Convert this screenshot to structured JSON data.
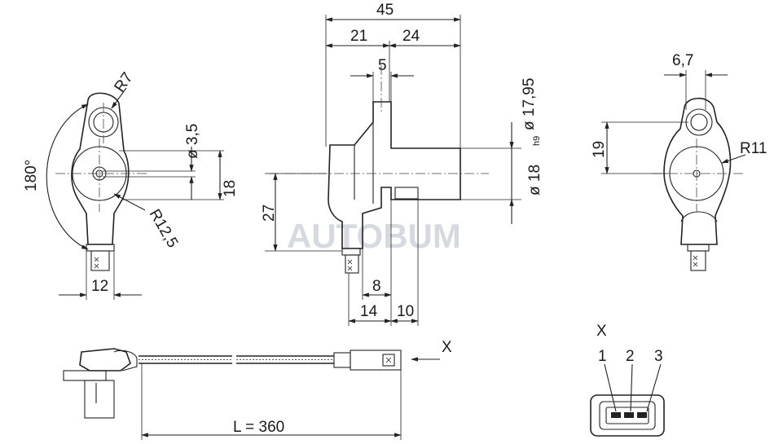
{
  "watermark": "AUTOBUM",
  "front_view": {
    "radius_small": "R7",
    "radius_large": "R12,5",
    "angle": "180°",
    "hole_dia": "ø 3,5",
    "height": "18",
    "width_bottom": "12"
  },
  "side_view": {
    "overall_length": "45",
    "len_left": "21",
    "len_right": "24",
    "tab_width": "5",
    "dia_collar": "ø 17,95",
    "dia_shaft": "ø 18",
    "fit": "h9",
    "height": "27",
    "bottom_a": "8",
    "bottom_b": "14",
    "bottom_c": "10"
  },
  "right_view": {
    "width_top": "6,7",
    "height": "19",
    "radius": "R11"
  },
  "cable_view": {
    "length": "L = 360",
    "view_marker": "X"
  },
  "connector_view": {
    "title": "X",
    "pins": [
      "1",
      "2",
      "3"
    ]
  }
}
